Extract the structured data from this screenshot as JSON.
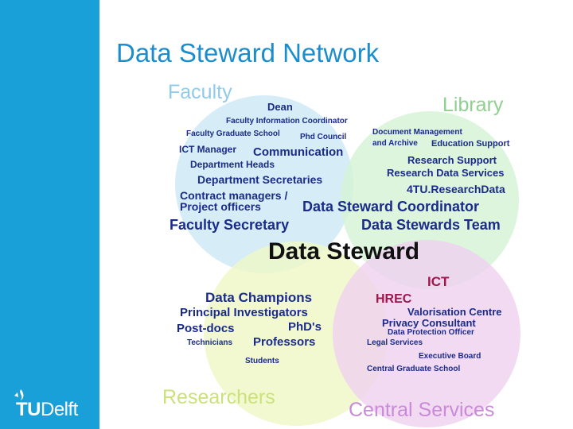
{
  "title": "Data Steward Network",
  "logo": {
    "tu": "TU",
    "delft": "Delft"
  },
  "corners": {
    "faculty": "Faculty",
    "library": "Library",
    "researchers": "Researchers",
    "central_services": "Central Services"
  },
  "center": "Data Steward",
  "faculty_items": {
    "dean": "Dean",
    "fic": "Faculty Information Coordinator",
    "fgs": "Faculty Graduate School",
    "phd_council": "Phd Council",
    "ict_manager": "ICT Manager",
    "communication": "Communication",
    "dept_heads": "Department Heads",
    "dept_secretaries": "Department Secretaries",
    "contract_managers": "Contract managers /",
    "project_officers": "Project officers",
    "faculty_secretary": "Faculty Secretary"
  },
  "library_items": {
    "doc_mgmt": "Document Management",
    "and_archive": "and Archive",
    "education_support": "Education Support",
    "research_support": "Research Support",
    "rds": "Research Data Services",
    "tu_rd": "4TU.ResearchData",
    "ds_coordinator": "Data Steward Coordinator",
    "ds_team": "Data Stewards Team"
  },
  "researcher_items": {
    "data_champions": "Data Champions",
    "pis": "Principal Investigators",
    "postdocs": "Post-docs",
    "phds": "PhD's",
    "technicians": "Technicians",
    "professors": "Professors",
    "students": "Students"
  },
  "central_items": {
    "ict": "ICT",
    "hrec": "HREC",
    "valorisation": "Valorisation Centre",
    "privacy": "Privacy Consultant",
    "dpo": "Data Protection Officer",
    "legal": "Legal Services",
    "exec_board": "Executive Board",
    "cgs": "Central Graduate School"
  },
  "colors": {
    "sidebar": "#1aa0d8",
    "title": "#1c8dcc",
    "faculty_circle": "#cfeaf6",
    "library_circle": "#d4f3d4",
    "researchers_circle": "#eff7c6",
    "central_circle": "#f0d0ef",
    "faculty_label": "#8fcbe8",
    "library_label": "#8ed18e",
    "researchers_label": "#cbe27a",
    "central_label": "#c98ad8",
    "item_text": "#1a2b8a",
    "central_red": "#a0154c"
  }
}
